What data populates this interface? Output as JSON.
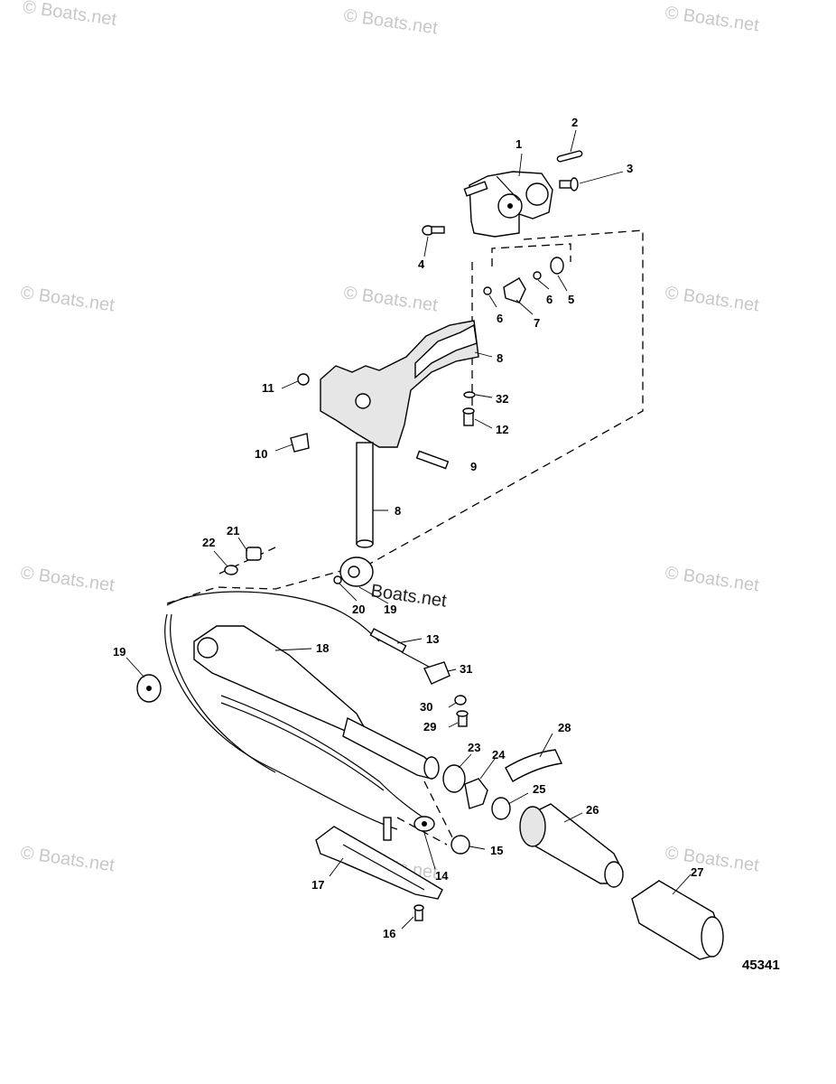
{
  "watermark": {
    "text": "© Boats.net",
    "inline_text": "Boats.net"
  },
  "diagram_id": "45341",
  "callouts": [
    {
      "id": "c1",
      "label": "1"
    },
    {
      "id": "c2",
      "label": "2"
    },
    {
      "id": "c3",
      "label": "3"
    },
    {
      "id": "c4",
      "label": "4"
    },
    {
      "id": "c5",
      "label": "5"
    },
    {
      "id": "c6a",
      "label": "6"
    },
    {
      "id": "c6b",
      "label": "6"
    },
    {
      "id": "c7",
      "label": "7"
    },
    {
      "id": "c8a",
      "label": "8"
    },
    {
      "id": "c32",
      "label": "32"
    },
    {
      "id": "c11",
      "label": "11"
    },
    {
      "id": "c12",
      "label": "12"
    },
    {
      "id": "c10",
      "label": "10"
    },
    {
      "id": "c9",
      "label": "9"
    },
    {
      "id": "c8b",
      "label": "8"
    },
    {
      "id": "c21",
      "label": "21"
    },
    {
      "id": "c22",
      "label": "22"
    },
    {
      "id": "c20",
      "label": "20"
    },
    {
      "id": "c19a",
      "label": "19"
    },
    {
      "id": "c18",
      "label": "18"
    },
    {
      "id": "c13",
      "label": "13"
    },
    {
      "id": "c19b",
      "label": "19"
    },
    {
      "id": "c31",
      "label": "31"
    },
    {
      "id": "c30",
      "label": "30"
    },
    {
      "id": "c29",
      "label": "29"
    },
    {
      "id": "c28",
      "label": "28"
    },
    {
      "id": "c23",
      "label": "23"
    },
    {
      "id": "c24",
      "label": "24"
    },
    {
      "id": "c25",
      "label": "25"
    },
    {
      "id": "c26",
      "label": "26"
    },
    {
      "id": "c15",
      "label": "15"
    },
    {
      "id": "c14",
      "label": "14"
    },
    {
      "id": "c17",
      "label": "17"
    },
    {
      "id": "c27",
      "label": "27"
    },
    {
      "id": "c16",
      "label": "16"
    }
  ]
}
